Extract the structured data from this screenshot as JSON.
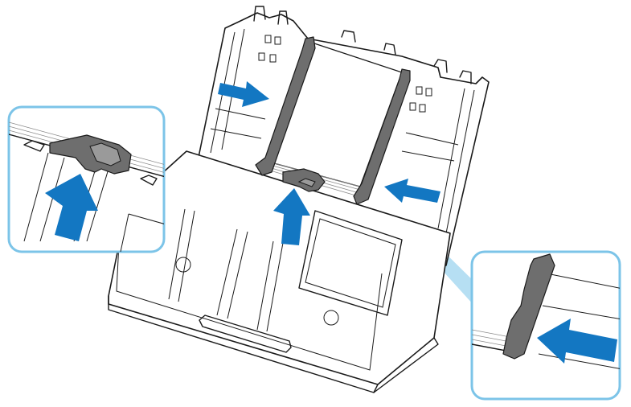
{
  "figure": {
    "background": "#ffffff",
    "line_color": "#1a1a1a",
    "guide_color": "#6e6e6e",
    "arrow_color": "#1377c2",
    "callout_border_color": "#7cc4e8",
    "callout_beam_color": "#a9d9f1",
    "arrows": [
      {
        "name": "arrow-right-icon",
        "direction": "right"
      },
      {
        "name": "arrow-left-icon",
        "direction": "left"
      },
      {
        "name": "arrow-up-icon",
        "direction": "up"
      },
      {
        "name": "arrow-up-icon",
        "direction": "up"
      },
      {
        "name": "arrow-left-icon",
        "direction": "left"
      }
    ],
    "callouts": [
      {
        "name": "front-guide-detail-callout",
        "shows": "paper-guide-front"
      },
      {
        "name": "side-guide-detail-callout",
        "shows": "paper-guide-side"
      }
    ]
  }
}
